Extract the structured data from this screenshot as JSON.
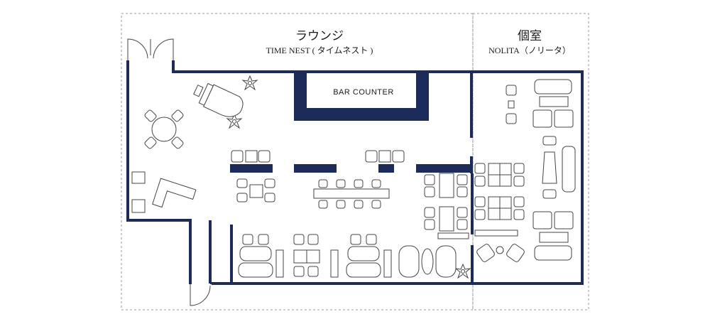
{
  "lounge": {
    "name_jp": "ラウンジ",
    "name_en": "TIME NEST ( タイムネスト )"
  },
  "private_room": {
    "name_jp": "個室",
    "name_en": "NOLITA（ノリータ）"
  },
  "bar_counter": {
    "label": "BAR COUNTER"
  },
  "colors": {
    "wall": "#1c2b5a",
    "furniture_stroke": "#444444",
    "boundary_dashed": "#9a9a9a"
  }
}
